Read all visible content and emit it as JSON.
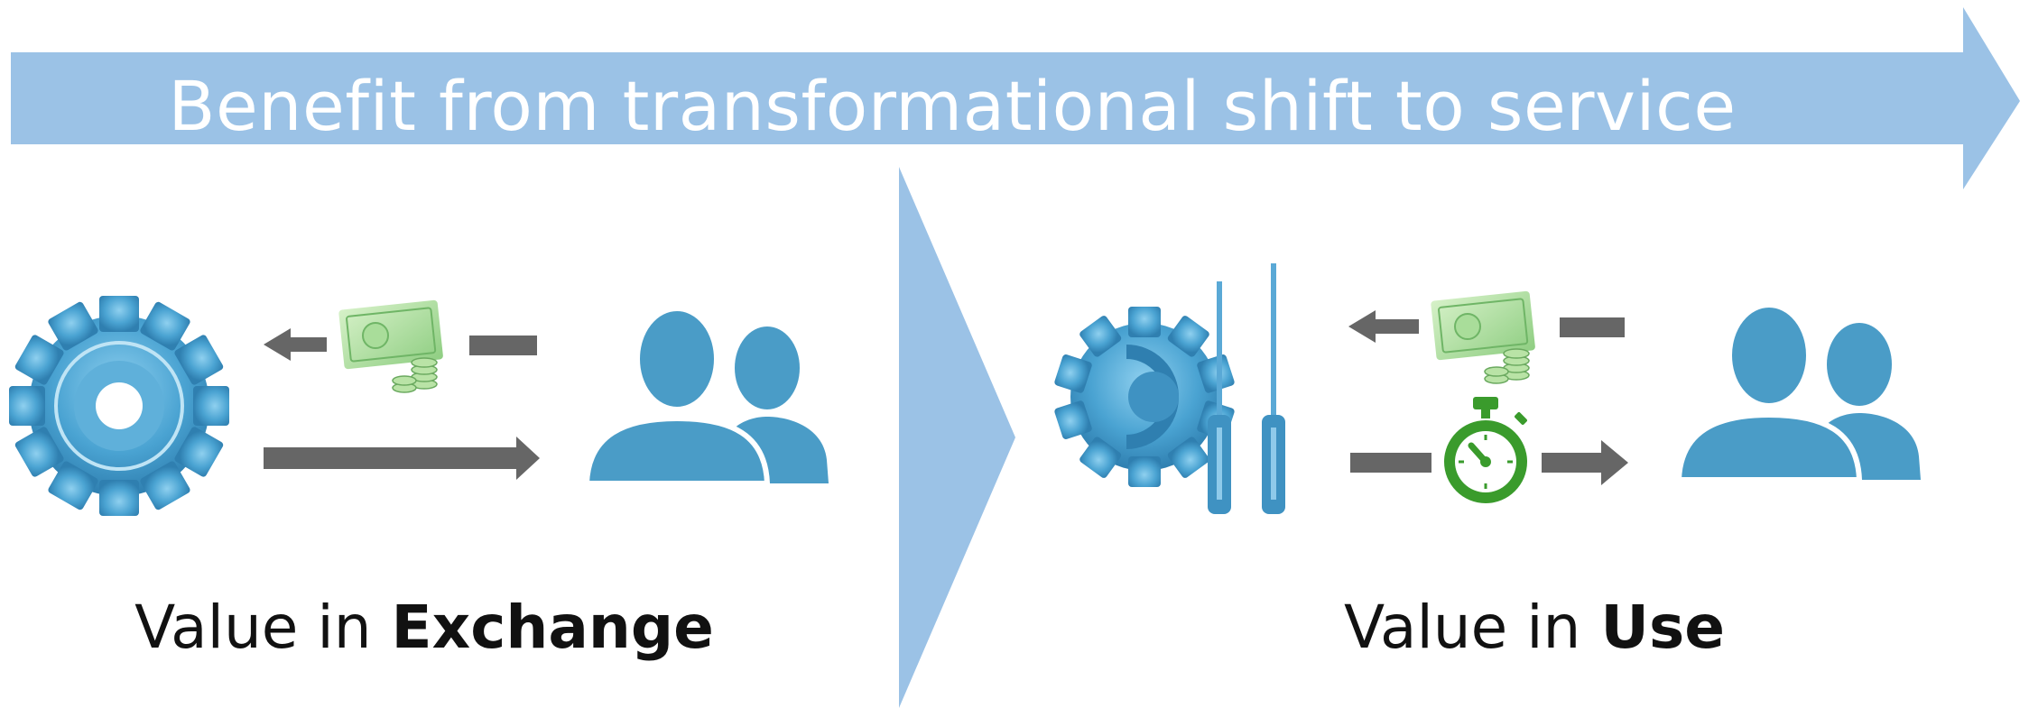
{
  "banner": {
    "title": "Benefit from transformational shift to service",
    "color": "#9bc2e6"
  },
  "left_panel": {
    "caption_prefix": "Value in",
    "caption_bold": "Exchange",
    "icons": [
      "gear-icon",
      "money-icon",
      "users-icon"
    ]
  },
  "right_panel": {
    "caption_prefix": "Value in",
    "caption_bold": "Use",
    "icons": [
      "gear-tools-icon",
      "money-icon",
      "stopwatch-icon",
      "users-icon"
    ]
  },
  "colors": {
    "icon_blue": "#4a9cc7",
    "arrow_gray": "#666666",
    "money_green": "#8fd18a",
    "stopwatch_green": "#3a9b2c",
    "divider_blue": "#9bc2e6"
  }
}
